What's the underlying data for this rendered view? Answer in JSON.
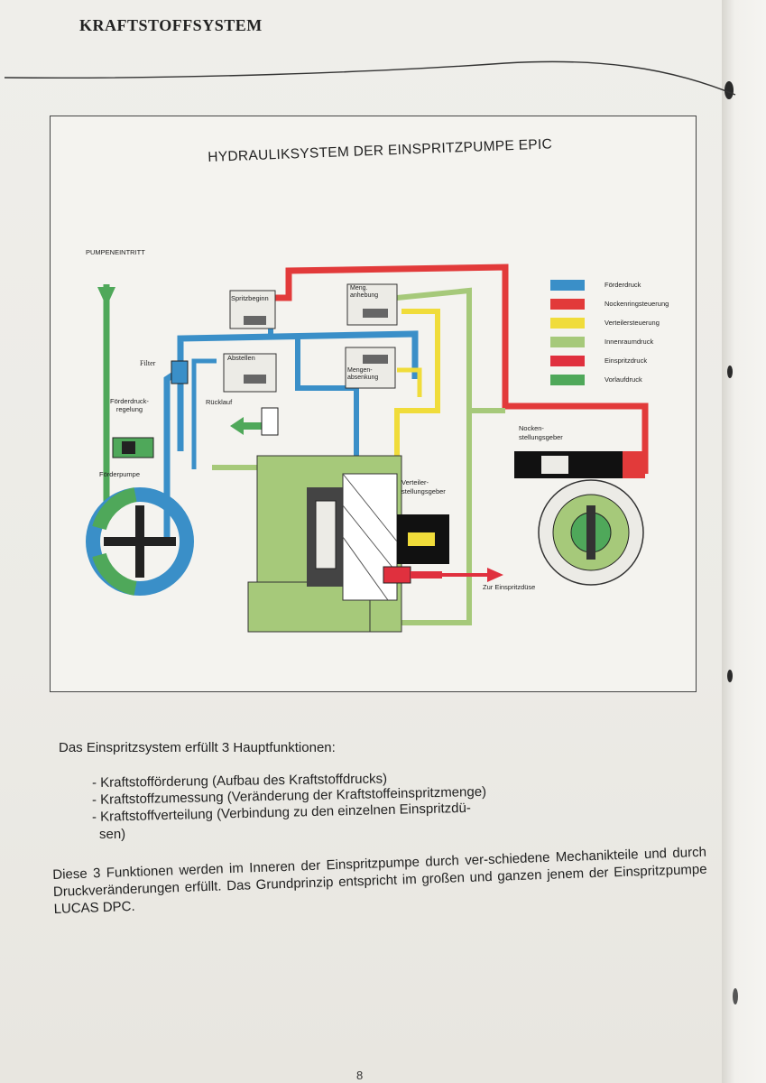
{
  "header": {
    "title": "KRAFTSTOFFSYSTEM"
  },
  "figure": {
    "title": "HYDRAULIKSYSTEM DER EINSPRITZPUMPE EPIC",
    "labels": {
      "pumpeneintritt": "PUMPENEINTRITT",
      "filter": "Filter",
      "foerderdruckregelung_1": "Förderdruck-",
      "foerderdruckregelung_2": "regelung",
      "foerderpumpe": "Förderpumpe",
      "spritzbeginn": "Spritzbeginn",
      "abstellen": "Abstellen",
      "ruecklauf": "Rücklauf",
      "mengenanhebung_1": "Meng.",
      "mengenanhebung_2": "anhebung",
      "mengenabsenkung_1": "Mengen-",
      "mengenabsenkung_2": "absenkung",
      "verteilerstellungsgeber_1": "Verteiler-",
      "verteilerstellungsgeber_2": "stellungsgeber",
      "nockenstellungsgeber_1": "Nocken-",
      "nockenstellungsgeber_2": "stellungsgeber",
      "zur_einspritzduese": "Zur Einspritzdüse"
    },
    "legend": [
      {
        "label": "Förderdruck",
        "color": "#3a8fc8"
      },
      {
        "label": "Nockenringsteuerung",
        "color": "#e23a3a"
      },
      {
        "label": "Verteilersteuerung",
        "color": "#f0dc3a"
      },
      {
        "label": "Innenraumdruck",
        "color": "#a6c97a"
      },
      {
        "label": "Einspritzdruck",
        "color": "#e0303e"
      },
      {
        "label": "Vorlaufdruck",
        "color": "#4fa85a"
      }
    ]
  },
  "body": {
    "intro": "Das Einspritzsystem erfüllt 3 Hauptfunktionen:",
    "bullets": [
      "- Kraftstofförderung (Aufbau des Kraftstoffdrucks)",
      "- Kraftstoffzumessung (Veränderung der Kraftstoffeinspritzmenge)",
      "- Kraftstoffverteilung (Verbindung zu den einzelnen Einspritzdü-"
    ],
    "bullet_continuation": "sen)",
    "paragraph": "Diese 3 Funktionen werden im Inneren der Einspritzpumpe durch ver-schiedene Mechanikteile und durch Druckveränderungen erfüllt. Das Grundprinzip entspricht im großen und ganzen jenem der Einspritzpumpe LUCAS DPC."
  },
  "page_number": "8"
}
